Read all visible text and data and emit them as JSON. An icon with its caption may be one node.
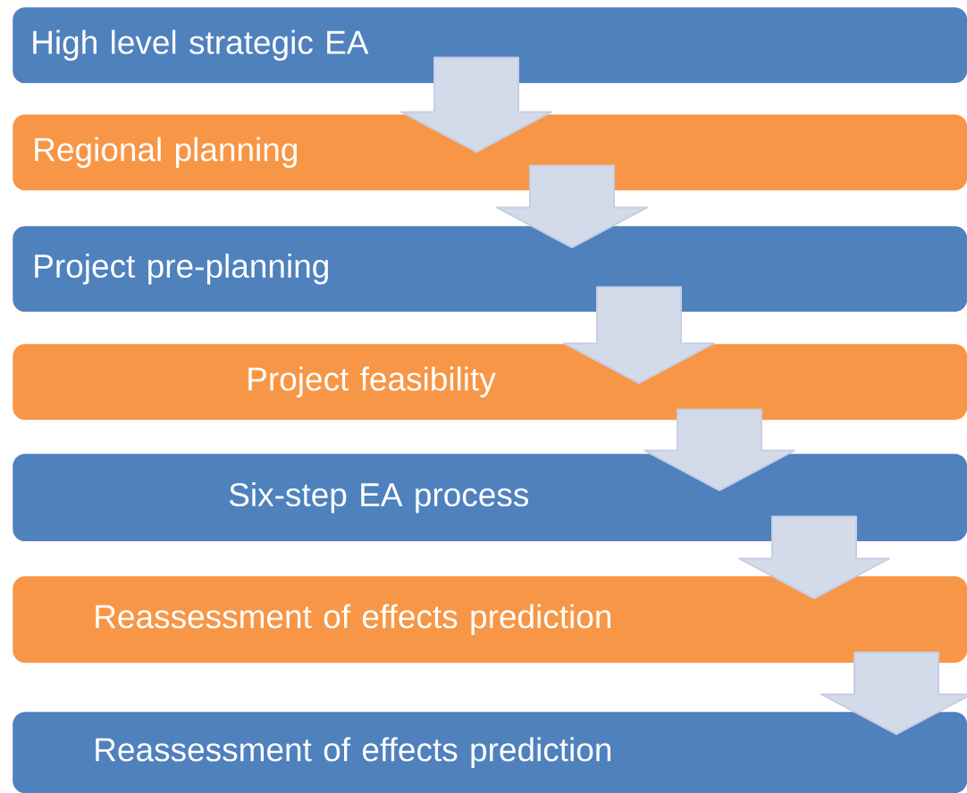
{
  "diagram": {
    "nodes": [
      {
        "text": [
          "High level strategic EA"
        ]
      },
      {
        "text": [
          "Regional planning"
        ]
      },
      {
        "text": [
          "Project pre-planning"
        ]
      },
      {
        "text": [
          "Project feasibility"
        ]
      },
      {
        "text": [
          "Six-step EA process"
        ]
      },
      {
        "text": [
          "Reassessment of effects prediction"
        ]
      },
      {
        "text": [
          "Reassessment of effects prediction"
        ]
      }
    ],
    "edges": [
      {
        "from": 0,
        "to": 1,
        "arrow": "to"
      },
      {
        "from": 1,
        "to": 2,
        "arrow": "to"
      },
      {
        "from": 2,
        "to": 3,
        "arrow": "to"
      },
      {
        "from": 3,
        "to": 4,
        "arrow": "to"
      },
      {
        "from": 4,
        "to": 5,
        "arrow": "to"
      },
      {
        "from": 5,
        "to": 6,
        "arrow": "to"
      }
    ]
  }
}
